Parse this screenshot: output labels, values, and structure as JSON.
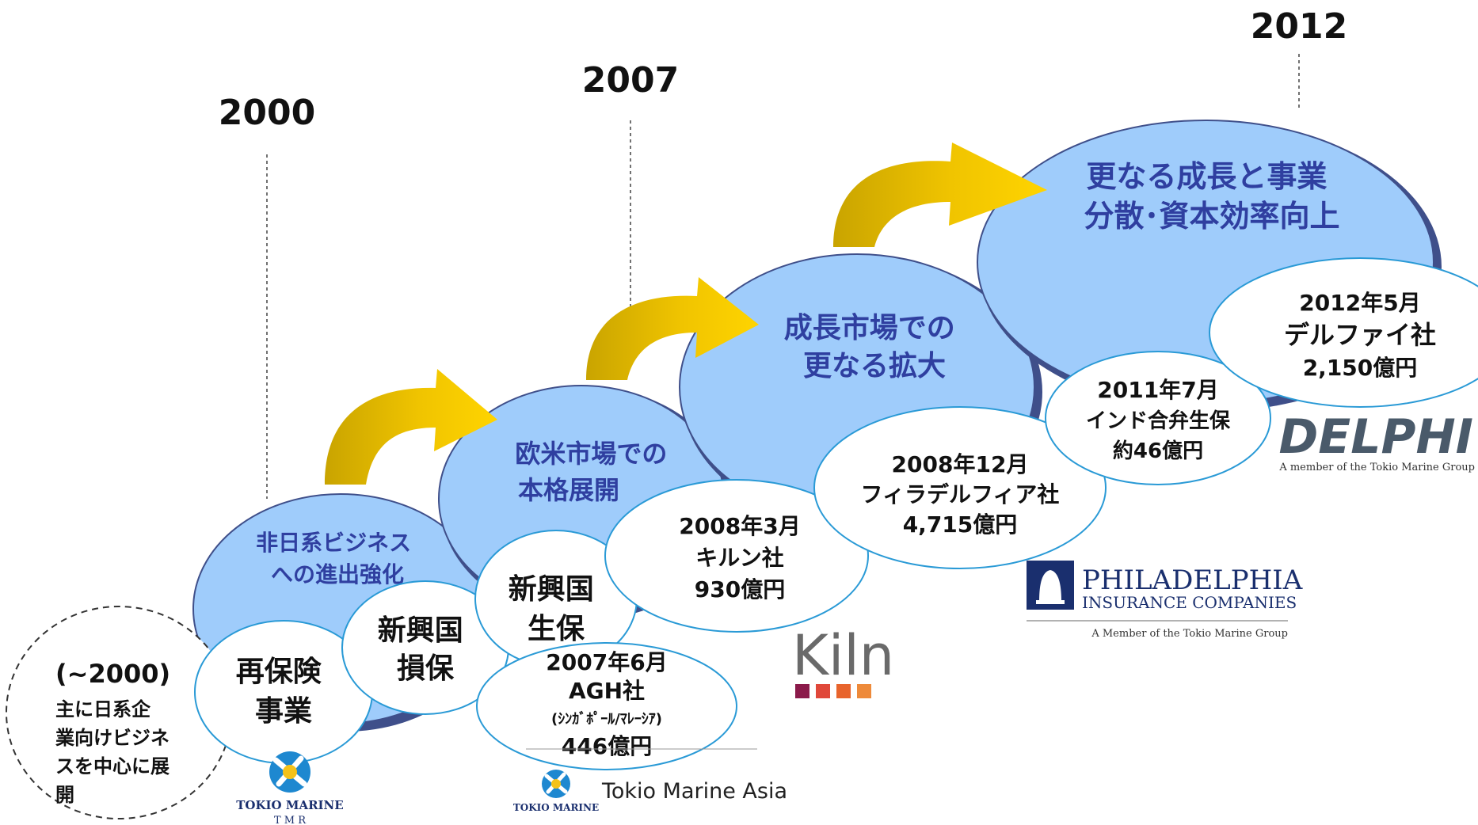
{
  "years": [
    "2000",
    "2007",
    "2012"
  ],
  "phases": [
    {
      "line1": "非日系ビジネス",
      "line2": "への進出強化"
    },
    {
      "line1": "欧米市場での",
      "line2": "本格展開"
    },
    {
      "line1": "成長市場での",
      "line2": "更なる拡大"
    },
    {
      "line1": "更なる成長と事業",
      "line2": "分散･資本効率向上"
    }
  ],
  "pre2000": {
    "title": "(~2000)",
    "lines": [
      "主に日系企",
      "業向けビジネ",
      "スを中心に展",
      "開"
    ]
  },
  "businesses": {
    "reinsurance": {
      "line1": "再保険",
      "line2": "事業"
    },
    "emerging_pc": {
      "line1": "新興国",
      "line2": "損保"
    },
    "emerging_life": {
      "line1": "新興国",
      "line2": "生保"
    }
  },
  "acquisitions": [
    {
      "date": "2007年6月",
      "company": "AGH社",
      "note": "(ｼﾝｶﾞﾎﾟｰﾙ/ﾏﾚｰｼｱ)",
      "amount": "446億円"
    },
    {
      "date": "2008年3月",
      "company": "キルン社",
      "amount": "930億円"
    },
    {
      "date": "2008年12月",
      "company": "フィラデルフィア社",
      "amount": "4,715億円"
    },
    {
      "date": "2011年7月",
      "company": "インド合弁生保",
      "amount": "約46億円"
    },
    {
      "date": "2012年5月",
      "company": "デルファイ社",
      "amount": "2,150億円"
    }
  ],
  "logos": {
    "tmr_name": "TOKIO MARINE",
    "tmr_sub": "T M R",
    "tma_name": "TOKIO MARINE",
    "tma_text": "Tokio Marine Asia",
    "kiln": "Kiln",
    "philadelphia_line1": "PHILADELPHIA",
    "philadelphia_line2": "INSURANCE COMPANIES",
    "philadelphia_member": "A Member of the Tokio Marine Group",
    "delphi": "DELPHI",
    "delphi_member": "A member of the Tokio Marine Group"
  },
  "colors": {
    "bubble": "#9fccfb",
    "bubble_shadow": "#3f4f8a",
    "phase_text": "#2f3fa0",
    "white_border": "#2a9ad6",
    "arrow_dark": "#c9a400",
    "arrow_light": "#ffd400",
    "kiln_squares": [
      "#8b1a4a",
      "#e0483a",
      "#e8642c",
      "#ee8a3a"
    ],
    "logo_navy": "#1a2f6e"
  }
}
